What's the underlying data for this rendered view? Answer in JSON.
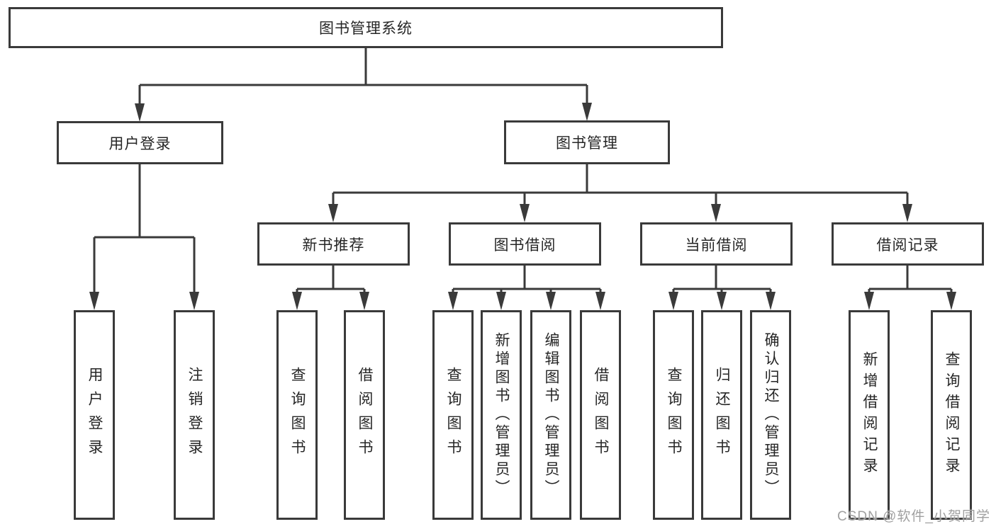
{
  "colors": {
    "line": "#3a3a3a",
    "text": "#262626",
    "watermark": "#a0a0a0",
    "background": "#ffffff"
  },
  "diagram": {
    "root": {
      "label": "图书管理系统"
    },
    "level2": [
      {
        "label": "用户登录"
      },
      {
        "label": "图书管理"
      }
    ],
    "level3": [
      {
        "label": "新书推荐"
      },
      {
        "label": "图书借阅"
      },
      {
        "label": "当前借阅"
      },
      {
        "label": "借阅记录"
      }
    ],
    "leaves": {
      "user_login": [
        {
          "label": "用户登录"
        },
        {
          "label": "注销登录"
        }
      ],
      "new_book": [
        {
          "label": "查询图书"
        },
        {
          "label": "借阅图书"
        }
      ],
      "book_borrow": [
        {
          "label": "查询图书"
        },
        {
          "label": "新增图书（管理员）"
        },
        {
          "label": "编辑图书（管理员）"
        },
        {
          "label": "借阅图书"
        }
      ],
      "current_borrow": [
        {
          "label": "查询图书"
        },
        {
          "label": "归还图书"
        },
        {
          "label": "确认归还（管理员）"
        }
      ],
      "borrow_record": [
        {
          "label": "新增借阅记录"
        },
        {
          "label": "查询借阅记录"
        }
      ]
    }
  },
  "watermark": {
    "text": "CSDN @软件_小贺同学"
  }
}
